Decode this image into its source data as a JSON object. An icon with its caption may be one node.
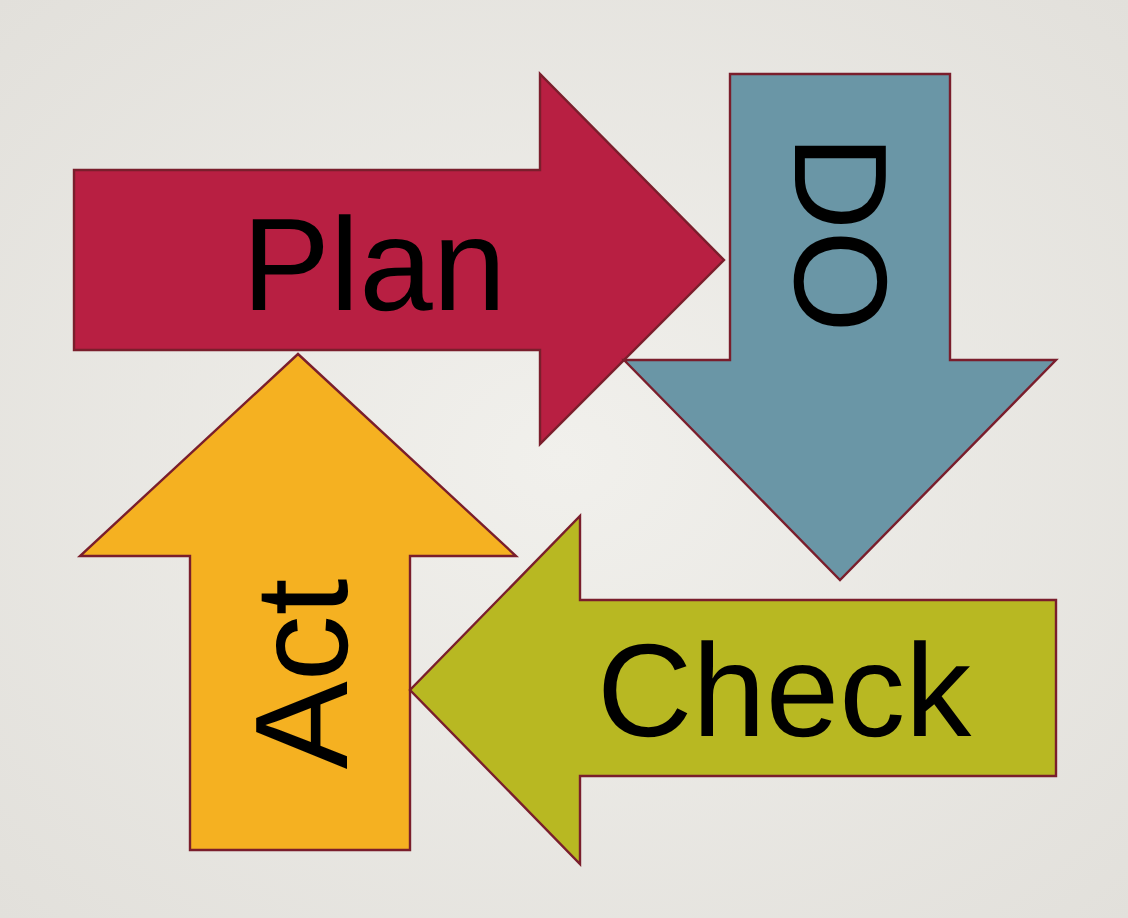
{
  "diagram": {
    "nodes": [
      {
        "text": [
          "Plan"
        ]
      },
      {
        "text": [
          "DO"
        ]
      },
      {
        "text": [
          "Check"
        ]
      },
      {
        "text": [
          "Act"
        ]
      }
    ]
  }
}
